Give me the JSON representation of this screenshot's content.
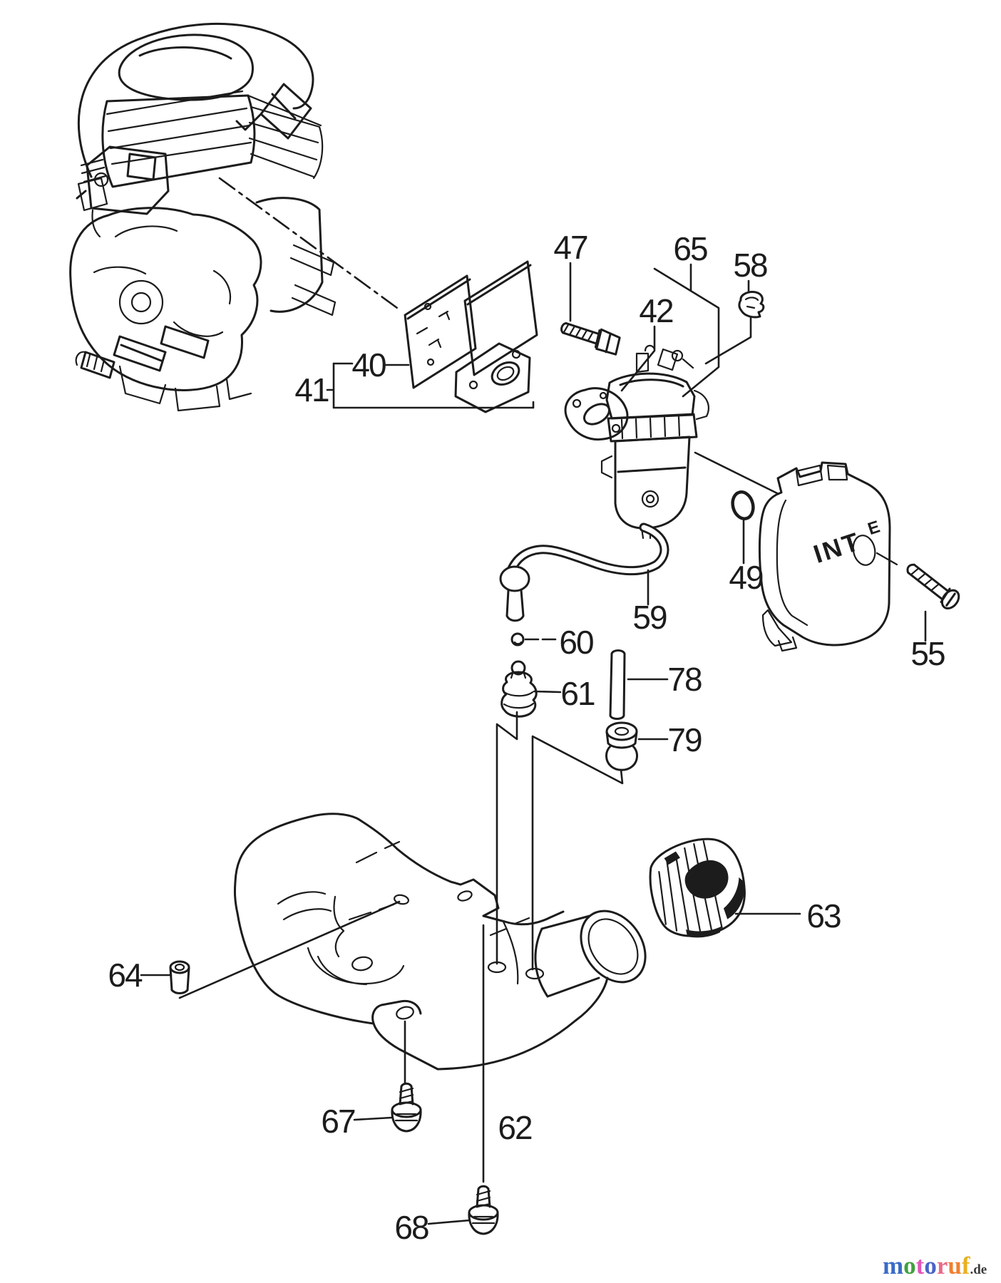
{
  "colors": {
    "line": "#1c1c1c",
    "background": "#ffffff"
  },
  "parts": [
    {
      "number": "40"
    },
    {
      "number": "41"
    },
    {
      "number": "42"
    },
    {
      "number": "47"
    },
    {
      "number": "49"
    },
    {
      "number": "55"
    },
    {
      "number": "58"
    },
    {
      "number": "59"
    },
    {
      "number": "60"
    },
    {
      "number": "61"
    },
    {
      "number": "62"
    },
    {
      "number": "63"
    },
    {
      "number": "64"
    },
    {
      "number": "65"
    },
    {
      "number": "67"
    },
    {
      "number": "68"
    },
    {
      "number": "78"
    },
    {
      "number": "79"
    }
  ],
  "air_cleaner": {
    "emblem_text": "INT",
    "emblem_text_2": "E"
  },
  "logo": {
    "word": "motoruf",
    "letters": [
      {
        "ch": "m",
        "color": "#3a6bc6"
      },
      {
        "ch": "o",
        "color": "#3fa13f"
      },
      {
        "ch": "t",
        "color": "#e255b8"
      },
      {
        "ch": "o",
        "color": "#4a63c8"
      },
      {
        "ch": "r",
        "color": "#e86a8a"
      },
      {
        "ch": "u",
        "color": "#f08030"
      },
      {
        "ch": "f",
        "color": "#e8b020"
      }
    ],
    "suffix": ".de",
    "suffix_color": "#3a3a3a"
  }
}
